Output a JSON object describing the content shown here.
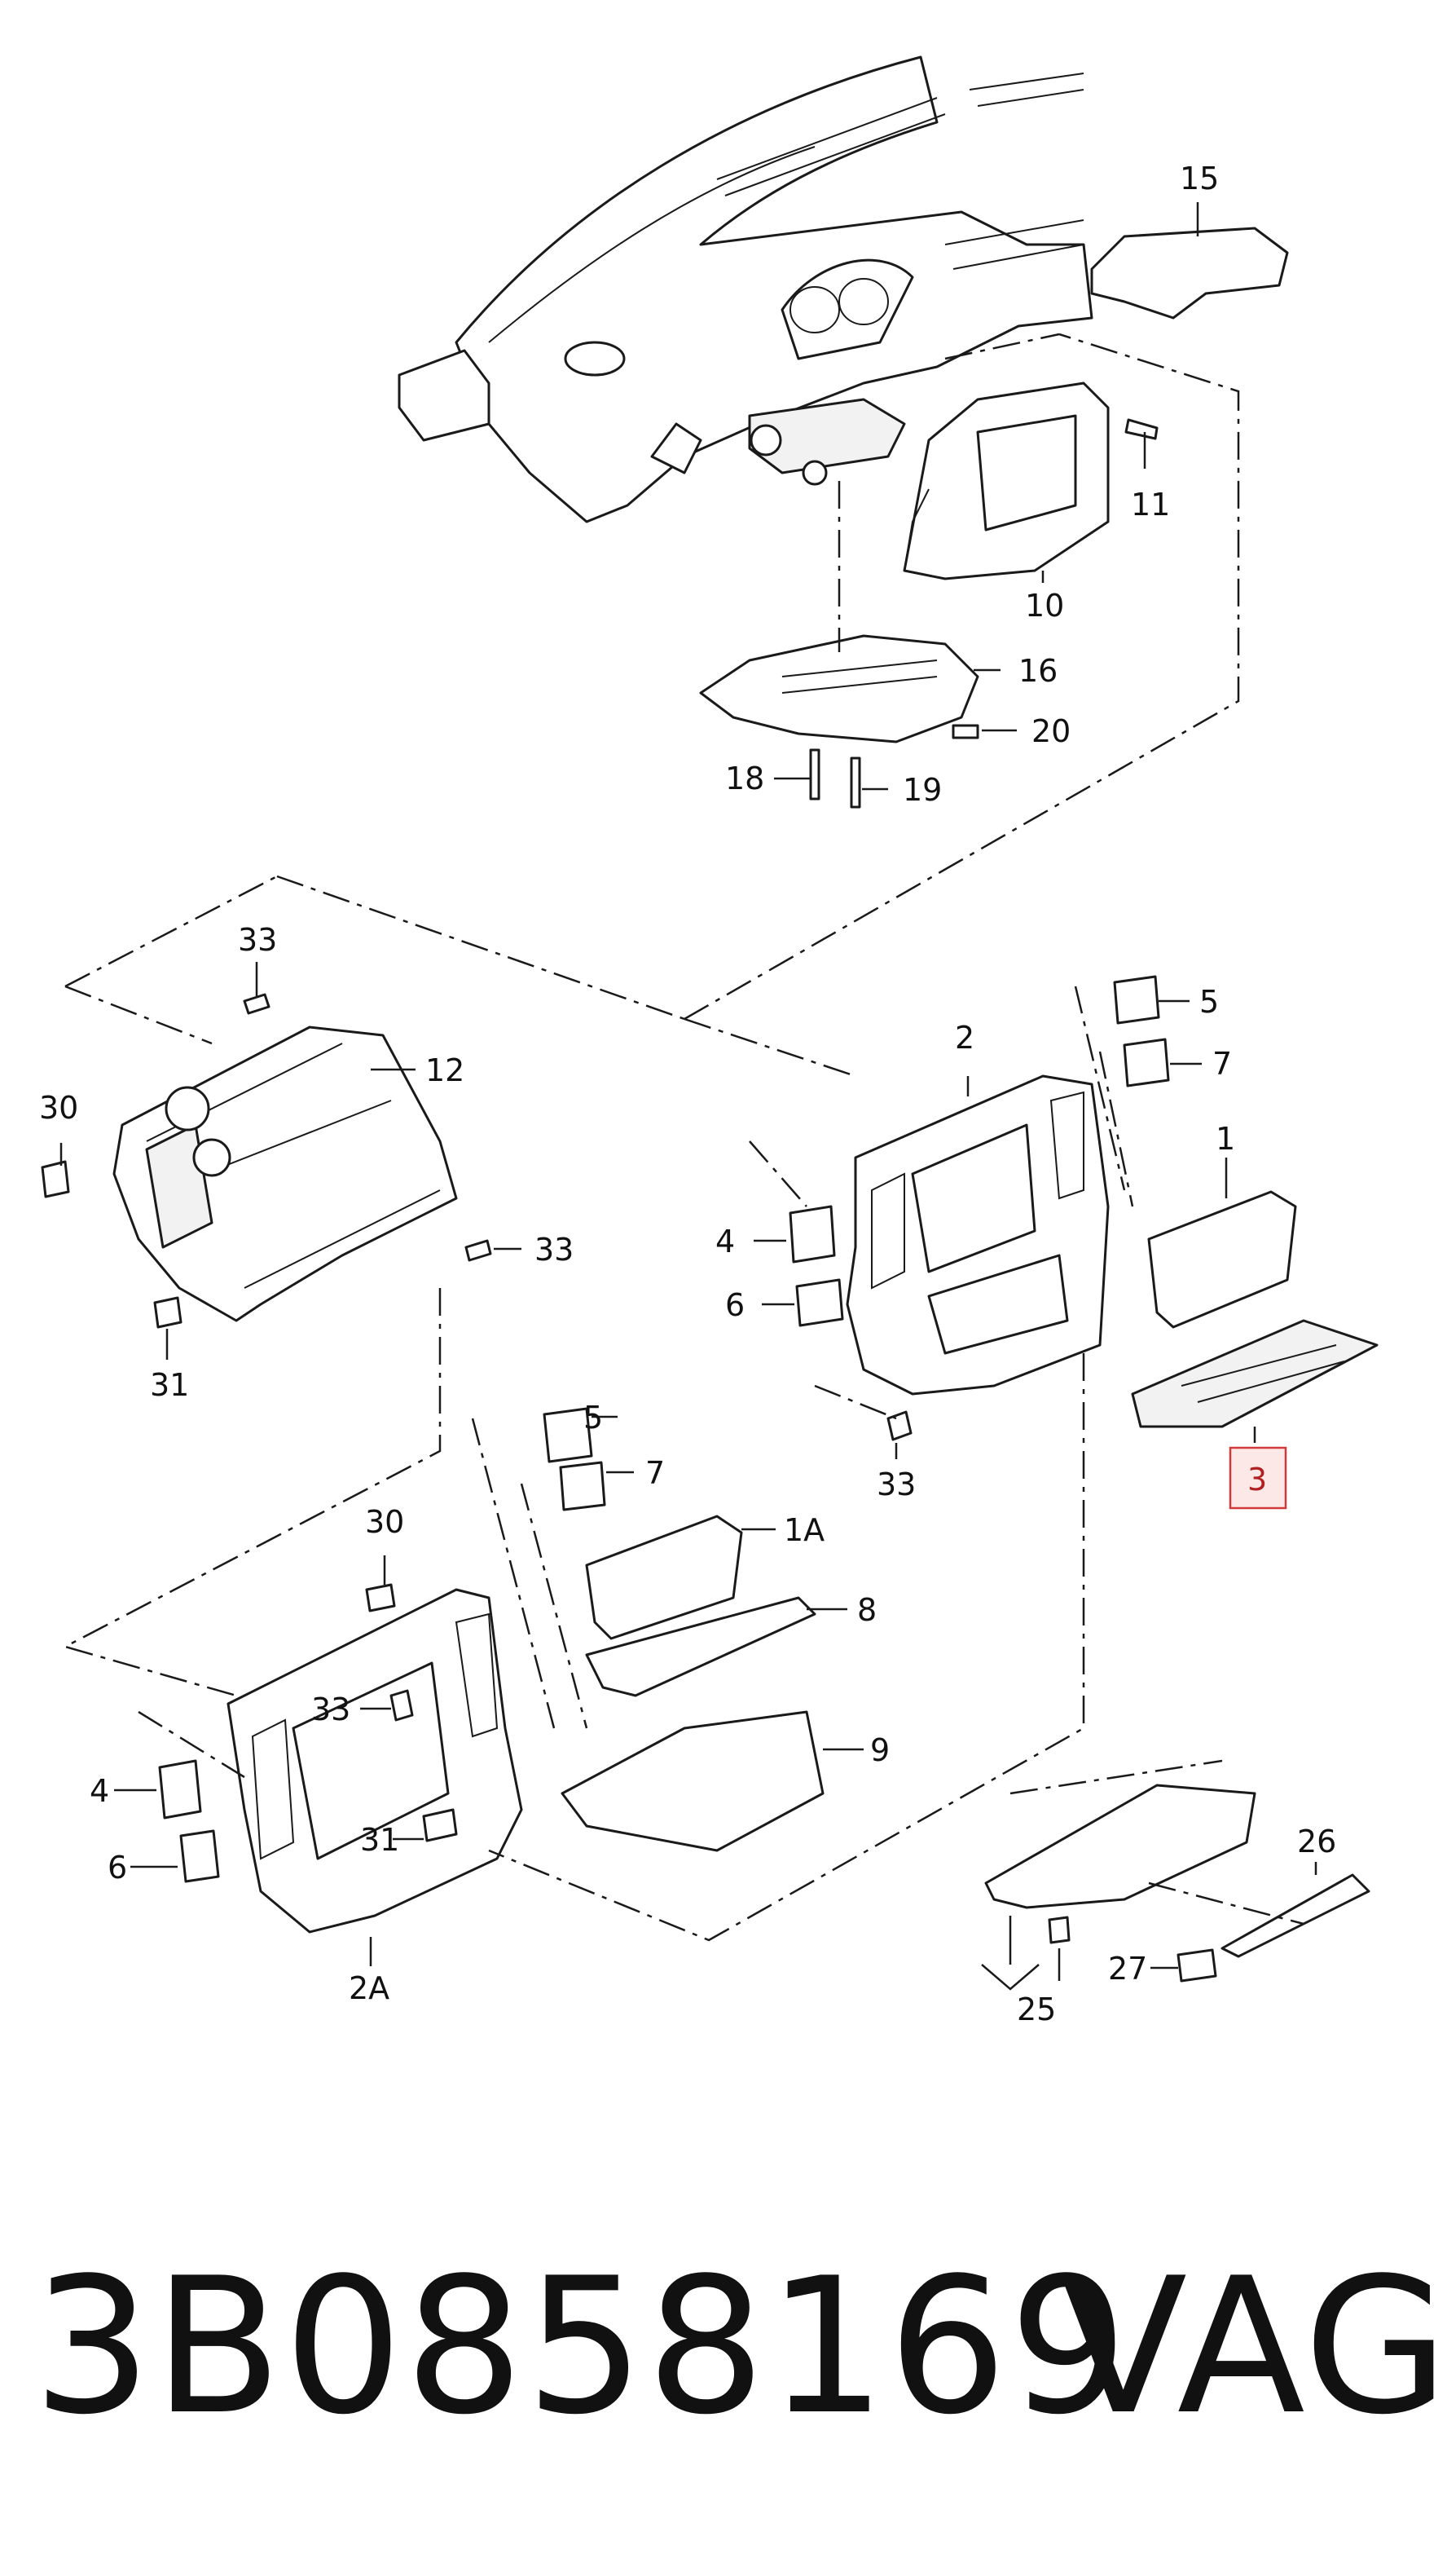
{
  "callouts": {
    "c1": "1",
    "c1a": "1A",
    "c2": "2",
    "c2a": "2A",
    "c3": "3",
    "c4": "4",
    "c4b": "4",
    "c5": "5",
    "c5b": "5",
    "c6": "6",
    "c6b": "6",
    "c7": "7",
    "c7b": "7",
    "c8": "8",
    "c9": "9",
    "c10": "10",
    "c11": "11",
    "c12": "12",
    "c15": "15",
    "c16": "16",
    "c18": "18",
    "c19": "19",
    "c20": "20",
    "c25": "25",
    "c26": "26",
    "c27": "27",
    "c30": "30",
    "c30b": "30",
    "c31": "31",
    "c31b": "31",
    "c33a": "33",
    "c33b": "33",
    "c33c": "33",
    "c33d": "33"
  },
  "highlighted_part": "3",
  "footer": {
    "part_number": "3B0858169",
    "brand": "VAG"
  },
  "colors": {
    "line": "#1a1a1a",
    "highlight_stroke": "#d03a3a",
    "highlight_fill": "#fde8e8"
  }
}
